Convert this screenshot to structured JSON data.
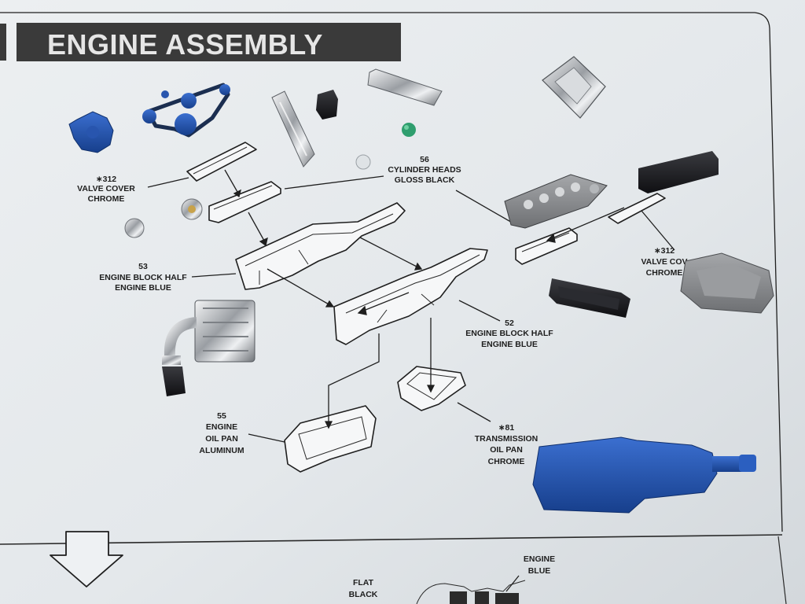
{
  "heading": "ENGINE ASSEMBLY",
  "callouts": {
    "valve_cover_left": [
      "∗312",
      "VALVE COVER",
      "CHROME"
    ],
    "cylinder_heads": [
      "56",
      "CYLINDER HEADS",
      "GLOSS BLACK"
    ],
    "engine_block_half_53": [
      "53",
      "ENGINE BLOCK HALF",
      "ENGINE BLUE"
    ],
    "engine_block_half_52": [
      "52",
      "ENGINE BLOCK HALF",
      "ENGINE BLUE"
    ],
    "valve_cover_right": [
      "∗312",
      "VALVE COV",
      "CHROME"
    ],
    "engine_oil_pan": [
      "55",
      "ENGINE",
      "OIL PAN",
      "ALUMINUM"
    ],
    "transmission_oil_pan": [
      "∗81",
      "TRANSMISSION",
      "OIL PAN",
      "CHROME"
    ],
    "next_flat_black": [
      "FLAT",
      "BLACK"
    ],
    "next_engine_blue": [
      "ENGINE",
      "BLUE"
    ]
  },
  "colors": {
    "paper": "#e9edef",
    "heading_bar": "#3a3a3a",
    "engine_blue": "#1e4fa8",
    "chrome": "#c9ccd0",
    "gloss_black": "#1c1c1f",
    "aluminum_grey": "#8b8d90"
  }
}
